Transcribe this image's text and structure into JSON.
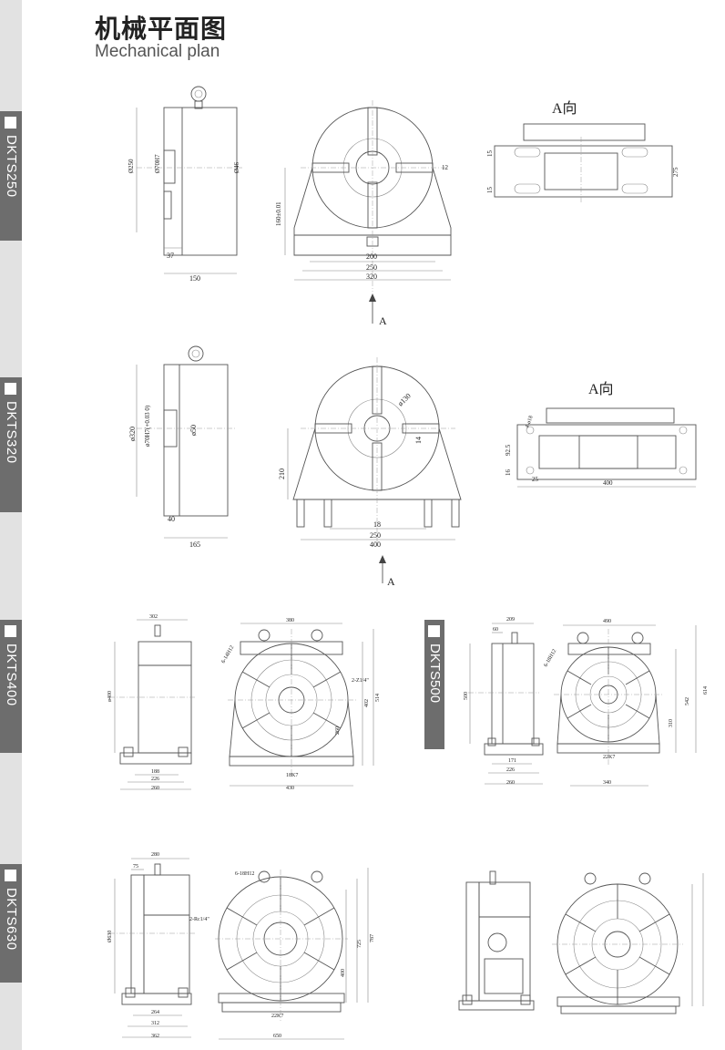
{
  "page": {
    "title_cn": "机械平面图",
    "title_en": "Mechanical plan"
  },
  "sections": [
    {
      "id": "dkts250",
      "label": "DKTS250"
    },
    {
      "id": "dkts320",
      "label": "DKTS320"
    },
    {
      "id": "dkts400",
      "label": "DKTS400"
    },
    {
      "id": "dkts500",
      "label": "DKTS500"
    },
    {
      "id": "dkts630",
      "label": "DKTS630"
    }
  ],
  "views": {
    "a_direction": "A向",
    "a_arrow": "A"
  },
  "dims_250": {
    "d250": "Ø250",
    "d70": "Ø70H7",
    "d46": "Ø46",
    "d37": "37",
    "d150": "150",
    "h160": "160±0.01",
    "w200": "200",
    "w250": "250",
    "w320": "320",
    "d12": "12",
    "s15a": "15",
    "s15b": "15",
    "w275": "275"
  },
  "dims_320": {
    "d320": "ø320",
    "d70": "ø70H7(+0.03 0)",
    "d50": "ø50",
    "d40": "40",
    "d165": "165",
    "d130": "ø130",
    "d14": "14",
    "h210": "210",
    "w18": "18",
    "w250": "250",
    "w400": "400",
    "h925": "92.5",
    "h16": "16",
    "w25": "25",
    "w400b": "400",
    "bolt": "4-ø18"
  },
  "dims_400": {
    "w302": "302",
    "w380": "380",
    "d400": "ø400",
    "holes": "6-14H12",
    "rc": "2-Z1/4\"",
    "h402": "402",
    "h514": "514",
    "h260": "260",
    "w188": "188",
    "w226": "226",
    "w260": "260",
    "w18k": "18K7",
    "w430": "430"
  },
  "dims_500": {
    "w209": "209",
    "w490": "490",
    "w60": "60",
    "h500": "500",
    "holes": "6-18H12",
    "h542": "542",
    "h614": "614",
    "h310": "310",
    "w171": "171",
    "w226": "226",
    "w260": "260",
    "w22k": "22K7",
    "w340": "340"
  },
  "dims_630": {
    "w280": "280",
    "w75": "75",
    "d630": "Ø630",
    "holes": "6-18H12",
    "rc": "2-Rc1/4\"",
    "h787": "787",
    "h725": "725",
    "h400": "400",
    "w264": "264",
    "w312": "312",
    "w362": "362",
    "w22k": "22K7",
    "w650": "650"
  }
}
